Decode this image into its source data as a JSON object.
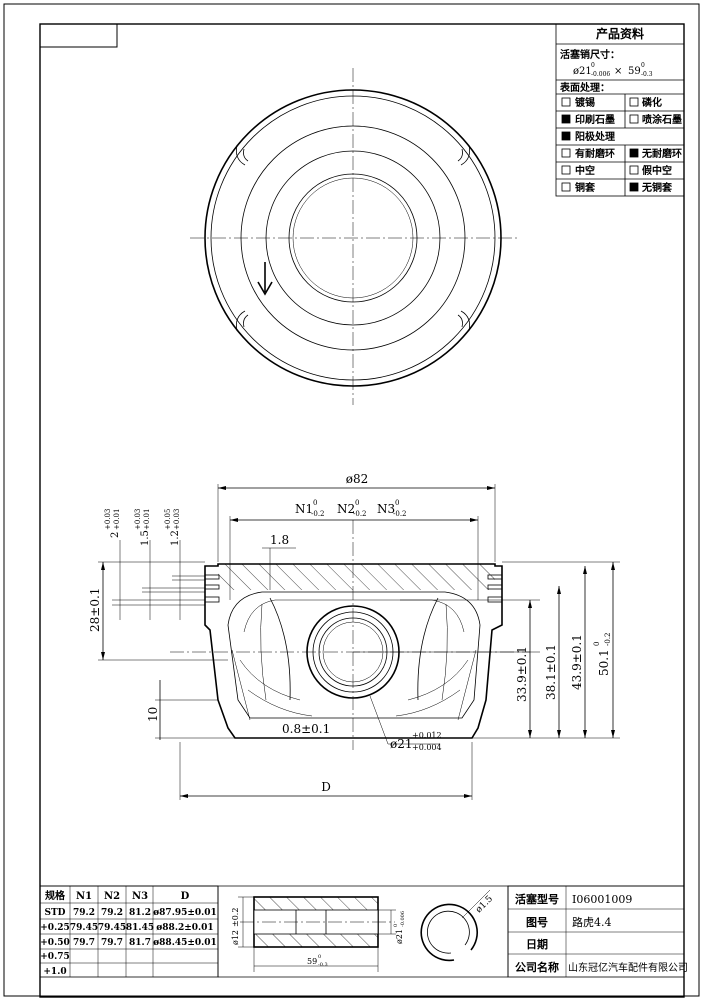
{
  "info_table": {
    "title": "产品资料",
    "pin_size_label": "活塞销尺寸：",
    "pin_dia": "ø21",
    "pin_dia_tol_upper": "0",
    "pin_dia_tol_lower": "-0.006",
    "pin_times": "×",
    "pin_len": "59",
    "pin_len_tol_upper": "0",
    "pin_len_tol_lower": "-0.3",
    "surface_label": "表面处理：",
    "options": [
      {
        "label": "镀锡",
        "checked": false
      },
      {
        "label": "磷化",
        "checked": false
      },
      {
        "label": "印刷石墨",
        "checked": true
      },
      {
        "label": "喷涂石墨",
        "checked": false
      },
      {
        "label": "阳极处理",
        "checked": true
      },
      {
        "label": "有耐磨环",
        "checked": false
      },
      {
        "label": "无耐磨环",
        "checked": true
      },
      {
        "label": "中空",
        "checked": false
      },
      {
        "label": "假中空",
        "checked": false
      },
      {
        "label": "铜套",
        "checked": false
      },
      {
        "label": "无铜套",
        "checked": true
      }
    ]
  },
  "dims": {
    "dia": "ø82",
    "n1": "N1",
    "n2": "N2",
    "n3": "N3",
    "n_tol_upper": "0",
    "n_tol_lower": "-0.2",
    "r1": "2",
    "r1_tol_upper": "+0.03",
    "r1_tol_lower": "+0.01",
    "r2": "1.5",
    "r2_tol_upper": "+0.03",
    "r2_tol_lower": "+0.01",
    "r3": "1.2",
    "r3_tol_upper": "+0.05",
    "r3_tol_lower": "+0.03",
    "d18": "1.8",
    "d28": "28±0.1",
    "d10": "10",
    "d08": "0.8±0.1",
    "pin_hole": "ø21",
    "pin_hole_tol_upper": "+0.012",
    "pin_hole_tol_lower": "+0.004",
    "d_label": "D",
    "h339": "33.9±0.1",
    "h381": "38.1±0.1",
    "h439": "43.9±0.1",
    "h501": "50.1",
    "h501_tol_upper": "0",
    "h501_tol_lower": "-0.2"
  },
  "spec_table": {
    "headers": [
      "规格",
      "N1",
      "N2",
      "N3",
      "D"
    ],
    "rows": [
      [
        "STD",
        "79.2",
        "79.2",
        "81.2",
        "ø87.95±0.01"
      ],
      [
        "+0.25",
        "79.45",
        "79.45",
        "81.45",
        "ø88.2±0.01"
      ],
      [
        "+0.50",
        "79.7",
        "79.7",
        "81.7",
        "ø88.45±0.01"
      ],
      [
        "+0.75",
        "",
        "",
        "",
        ""
      ],
      [
        "+1.0",
        "",
        "",
        "",
        ""
      ]
    ]
  },
  "pin_drawing": {
    "od": "ø12",
    "od_tol": "±0.2",
    "id": "ø21",
    "id_tol_upper": "0",
    "id_tol_lower": "-0.006",
    "len": "59",
    "len_tol_upper": "0",
    "len_tol_lower": "-0.3",
    "clip": "ø1.5"
  },
  "title_block": {
    "model_label": "活塞型号",
    "model_value": "I06001009",
    "drawing_no_label": "图号",
    "drawing_no_value": "路虎4.4",
    "date_label": "日期",
    "date_value": "",
    "company_label": "公司名称",
    "company_value": "山东冠亿汽车配件有限公司"
  }
}
